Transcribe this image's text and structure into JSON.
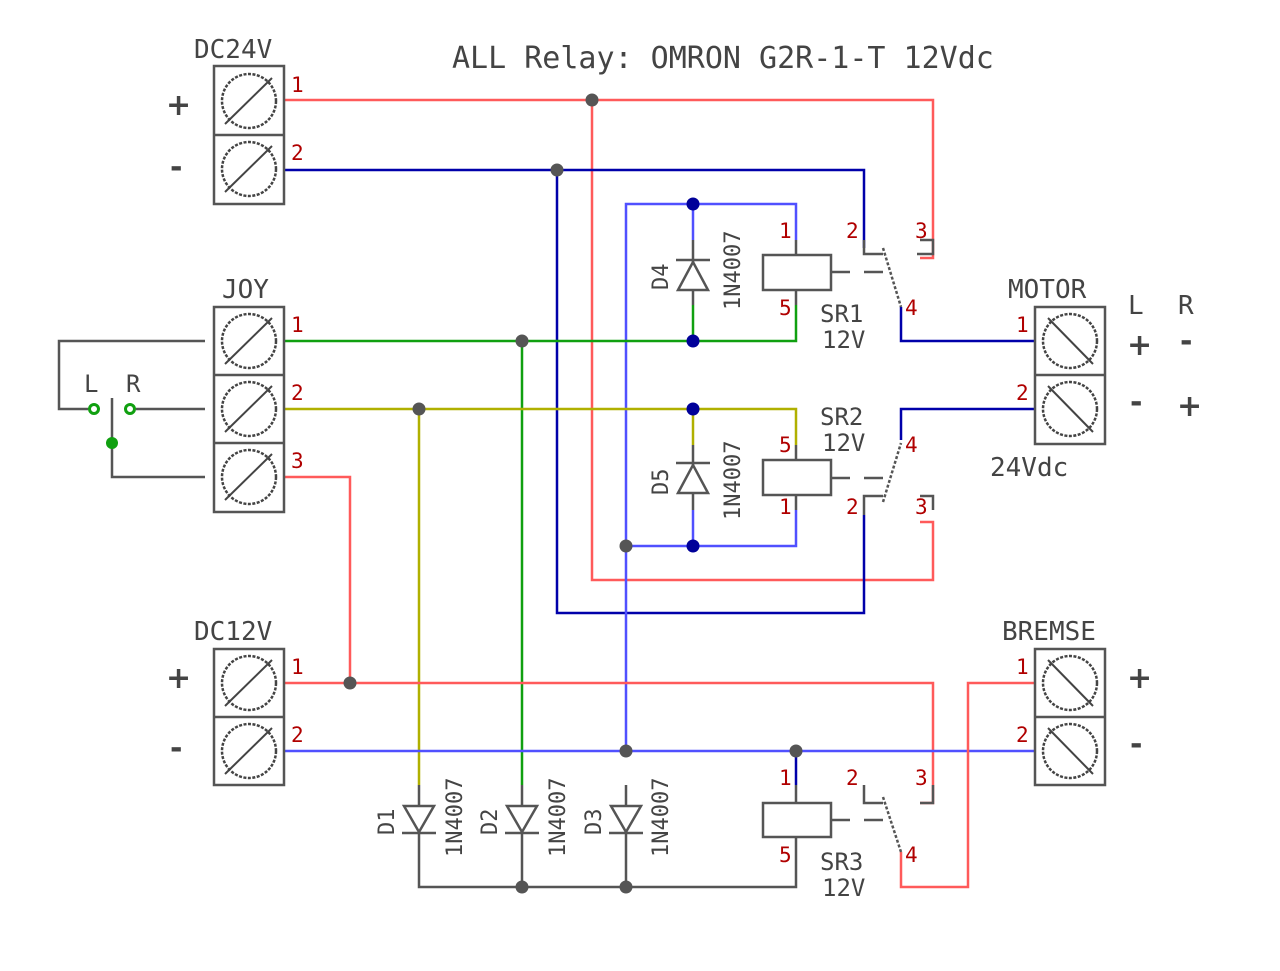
{
  "title": "ALL Relay: OMRON G2R-1-T  12Vdc",
  "colors": {
    "wire_red": "#ff5a5a",
    "wire_darkblue": "#0000aa",
    "wire_blue": "#5050ff",
    "wire_green": "#10a010",
    "wire_olive": "#b0b000",
    "component": "#555555",
    "pin_label": "#b00000",
    "junction_dark": "#555555",
    "junction_blue": "#000099",
    "switch_contact": "#10a010"
  },
  "terminals": {
    "dc24v": {
      "label": "DC24V",
      "pins": [
        "1",
        "2"
      ],
      "signs": [
        "+",
        "-"
      ]
    },
    "joy": {
      "label": "JOY",
      "pins": [
        "1",
        "2",
        "3"
      ]
    },
    "dc12v": {
      "label": "DC12V",
      "pins": [
        "1",
        "2"
      ],
      "signs": [
        "+",
        "-"
      ]
    },
    "motor": {
      "label": "MOTOR",
      "pins": [
        "1",
        "2"
      ],
      "voltage": "24Vdc",
      "columns": [
        "L",
        "R"
      ],
      "l_signs": [
        "+",
        "-"
      ],
      "r_signs": [
        "-",
        "+"
      ]
    },
    "bremse": {
      "label": "BREMSE",
      "pins": [
        "1",
        "2"
      ],
      "signs": [
        "+",
        "-"
      ]
    }
  },
  "joystick": {
    "left": "L",
    "right": "R"
  },
  "relays": {
    "sr1": {
      "name": "SR1",
      "voltage": "12V",
      "coil_pins": [
        "1",
        "5"
      ],
      "contact_pins": [
        "2",
        "3",
        "4"
      ]
    },
    "sr2": {
      "name": "SR2",
      "voltage": "12V",
      "coil_pins": [
        "5",
        "1"
      ],
      "contact_pins": [
        "4",
        "2",
        "3"
      ]
    },
    "sr3": {
      "name": "SR3",
      "voltage": "12V",
      "coil_pins": [
        "1",
        "5"
      ],
      "contact_pins": [
        "2",
        "3",
        "4"
      ]
    }
  },
  "diodes": {
    "d1": {
      "name": "D1",
      "part": "1N4007"
    },
    "d2": {
      "name": "D2",
      "part": "1N4007"
    },
    "d3": {
      "name": "D3",
      "part": "1N4007"
    },
    "d4": {
      "name": "D4",
      "part": "1N4007"
    },
    "d5": {
      "name": "D5",
      "part": "1N4007"
    }
  }
}
